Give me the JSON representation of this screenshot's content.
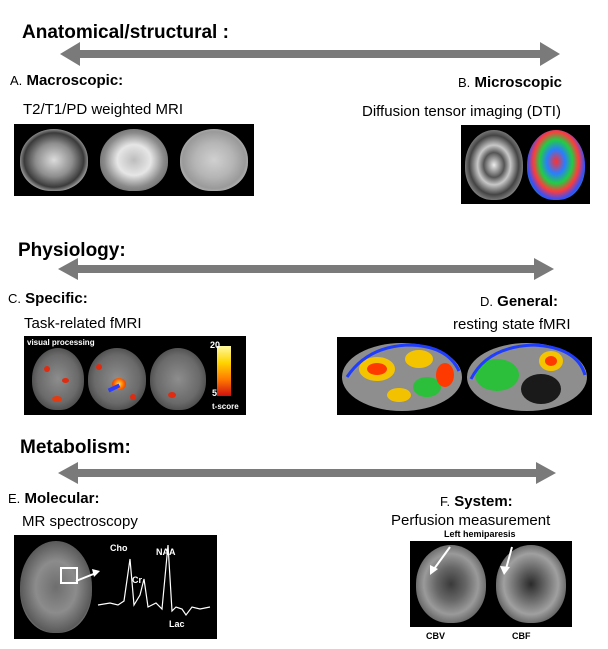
{
  "sections": {
    "anatomical": {
      "heading": "Anatomical/structural :"
    },
    "physiology": {
      "heading": "Physiology:"
    },
    "metabolism": {
      "heading": "Metabolism:"
    }
  },
  "panels": {
    "a": {
      "letter": "A.",
      "title": "Macroscopic:",
      "subtitle": "T2/T1/PD weighted MRI"
    },
    "b": {
      "letter": "B.",
      "title": "Microscopic",
      "subtitle": "Diffusion tensor imaging (DTI)"
    },
    "c": {
      "letter": "C.",
      "title": "Specific:",
      "subtitle": "Task-related fMRI",
      "overlay_title": "visual processing",
      "scale_top": "20",
      "scale_bottom": "5",
      "scale_label": "t-score"
    },
    "d": {
      "letter": "D.",
      "title": "General:",
      "subtitle": "resting state fMRI"
    },
    "e": {
      "letter": "E.",
      "title": "Molecular:",
      "subtitle": "MR spectroscopy",
      "peaks": {
        "cho": "Cho",
        "cr": "Cr",
        "naa": "NAA",
        "lac": "Lac"
      }
    },
    "f": {
      "letter": "F.",
      "title": "System:",
      "subtitle": "Perfusion measurement",
      "caption": "Left hemiparesis",
      "left_label": "CBV",
      "right_label": "CBF"
    }
  },
  "colors": {
    "arrow": "#7a7a7a"
  }
}
